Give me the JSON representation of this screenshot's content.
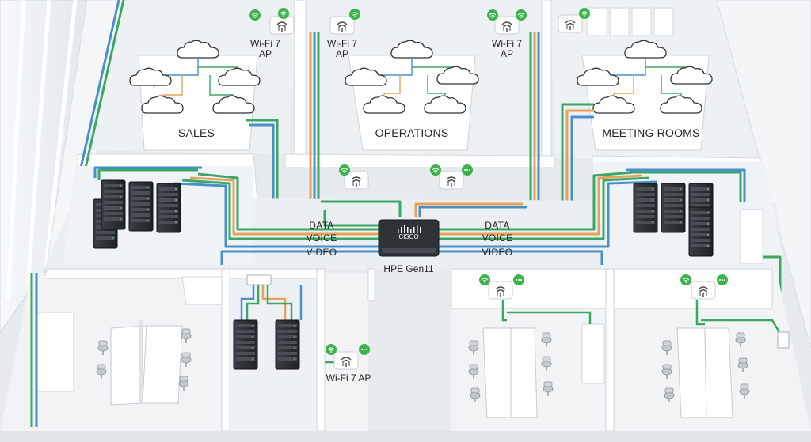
{
  "rooms": {
    "sales": "SALES",
    "operations": "OPERATIONS",
    "meeting": "MEETING ROOMS"
  },
  "ap_labels": {
    "sales_ap": [
      "Wi-Fi 7",
      "AP"
    ],
    "ops_ap_left": [
      "Wi-Fi 7",
      "AP"
    ],
    "ops_ap_right": [
      "Wi-Fi 7",
      "AP"
    ],
    "server_room_ap": "Wi-Fi 7 AP"
  },
  "switch": {
    "brand": "CISCO",
    "label": "HPE Gen11"
  },
  "streams_left": [
    "DATA",
    "VOICE",
    "VIDEO"
  ],
  "streams_right": [
    "DATA",
    "VOICE",
    "VIDEO"
  ],
  "colors": {
    "data": "#3aa864",
    "voice": "#e8a15a",
    "video": "#4a90c8",
    "wall": "#ffffff",
    "floor": "#e3e7ea",
    "rack": "#2b2f33",
    "wifi": "#3bb34a"
  },
  "icons": [
    "wifi-icon",
    "access-point-icon",
    "cloud-icon",
    "server-rack-icon",
    "network-switch-icon",
    "chair-icon",
    "desk-icon"
  ]
}
